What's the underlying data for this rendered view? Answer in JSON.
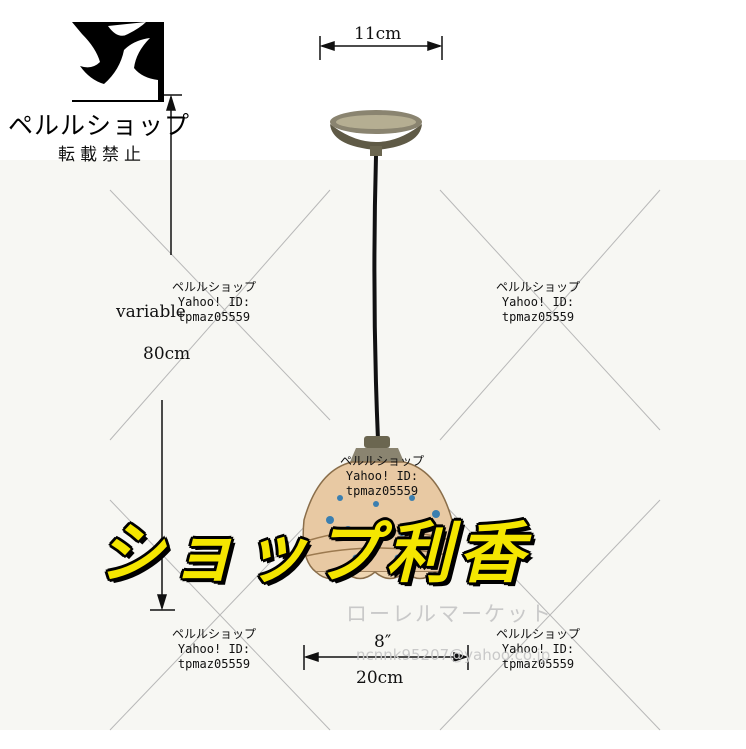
{
  "logo": {
    "brand": "ペルルショップ",
    "sub": "転載禁止"
  },
  "dimensions": {
    "width_top": "11cm",
    "height_variable": "variable",
    "height_value": "80cm",
    "shade_inch": "8″",
    "shade_cm": "20cm"
  },
  "watermarks": [
    {
      "shop": "ペルルショップ",
      "id": "Yahoo! ID:",
      "user": "tpmaz05559"
    },
    {
      "shop": "ペルルショップ",
      "id": "Yahoo! ID:",
      "user": "tpmaz05559"
    },
    {
      "shop": "ペルルショップ",
      "id": "Yahoo! ID:",
      "user": "tpmaz05559"
    },
    {
      "shop": "ペルルショップ",
      "id": "Yahoo! ID:",
      "user": "tpmaz05559"
    },
    {
      "shop": "ペルルショップ",
      "id": "Yahoo! ID:",
      "user": "tpmaz05559"
    }
  ],
  "banner": "ショップ利香",
  "faint_watermark": {
    "name": "ローレルマーケット",
    "email": "ncnnk95207@yahoo.co.jp"
  },
  "colors": {
    "banner": "#f4e600",
    "metal": "#6b6650",
    "shade_glass": "#e8c9a3",
    "beads": "#3b7fb0"
  }
}
